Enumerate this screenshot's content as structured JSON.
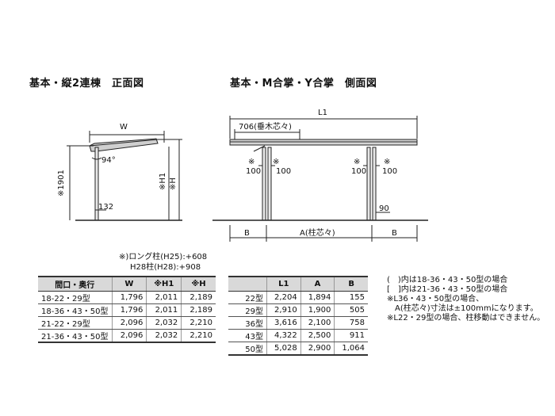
{
  "headings": {
    "front": "基本・縦2連棟　正面図",
    "side": "基本・M合掌・Y合掌　側面図"
  },
  "front_view": {
    "w_label": "W",
    "angle_label": "94°",
    "height_label": "※1901",
    "h1_label": "※H1",
    "h_label": "※H",
    "base_label": "132"
  },
  "side_view": {
    "l1_label": "L1",
    "spacing_label": "706(垂木芯々)",
    "note_mark": "※",
    "offset_label": "100",
    "a_label": "A(柱芯々)",
    "b_label": "B",
    "h90_label": "90"
  },
  "long_post": {
    "line1": "※)ロング柱(H25):+608",
    "line2": "H28柱(H28):+908"
  },
  "table_front": {
    "headers": [
      "間口・奥行",
      "W",
      "※H1",
      "※H"
    ],
    "rows": [
      [
        "18-22・29型",
        "1,796",
        "2,011",
        "2,189"
      ],
      [
        "18-36・43・50型",
        "1,796",
        "2,011",
        "2,189"
      ],
      [
        "21-22・29型",
        "2,096",
        "2,032",
        "2,210"
      ],
      [
        "21-36・43・50型",
        "2,096",
        "2,032",
        "2,210"
      ]
    ]
  },
  "table_side": {
    "headers": [
      "",
      "L1",
      "A",
      "B"
    ],
    "rows": [
      [
        "22型",
        "2,204",
        "1,894",
        "155"
      ],
      [
        "29型",
        "2,910",
        "1,900",
        "505"
      ],
      [
        "36型",
        "3,616",
        "2,100",
        "758"
      ],
      [
        "43型",
        "4,322",
        "2,500",
        "911"
      ],
      [
        "50型",
        "5,028",
        "2,900",
        "1,064"
      ]
    ]
  },
  "notes": [
    "(　)内は18-36・43・50型の場合",
    "[　]内は21-36・43・50型の場合",
    "※L36・43・50型の場合、",
    "　A(柱芯々)寸法は±100mmになります。",
    "※L22・29型の場合、柱移動はできません。"
  ]
}
